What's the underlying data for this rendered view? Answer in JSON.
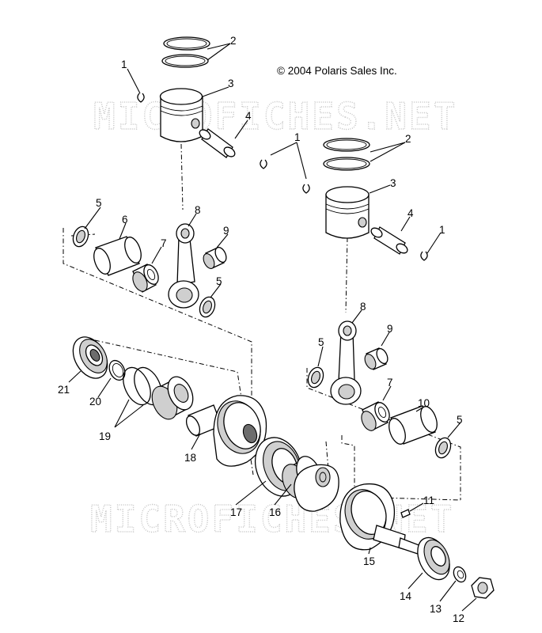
{
  "copyright": "© 2004 Polaris Sales Inc.",
  "watermark": "MICROFICHES.NET",
  "callouts": [
    {
      "id": "c1a",
      "text": "1"
    },
    {
      "id": "c2a",
      "text": "2"
    },
    {
      "id": "c3a",
      "text": "3"
    },
    {
      "id": "c4a",
      "text": "4"
    },
    {
      "id": "c1b",
      "text": "1"
    },
    {
      "id": "c2b",
      "text": "2"
    },
    {
      "id": "c3b",
      "text": "3"
    },
    {
      "id": "c4b",
      "text": "4"
    },
    {
      "id": "c1c",
      "text": "1"
    },
    {
      "id": "c5a",
      "text": "5"
    },
    {
      "id": "c6",
      "text": "6"
    },
    {
      "id": "c7a",
      "text": "7"
    },
    {
      "id": "c8a",
      "text": "8"
    },
    {
      "id": "c9a",
      "text": "9"
    },
    {
      "id": "c5b",
      "text": "5"
    },
    {
      "id": "c8b",
      "text": "8"
    },
    {
      "id": "c9b",
      "text": "9"
    },
    {
      "id": "c5c",
      "text": "5"
    },
    {
      "id": "c7b",
      "text": "7"
    },
    {
      "id": "c10",
      "text": "10"
    },
    {
      "id": "c5d",
      "text": "5"
    },
    {
      "id": "c21",
      "text": "21"
    },
    {
      "id": "c20",
      "text": "20"
    },
    {
      "id": "c19",
      "text": "19"
    },
    {
      "id": "c18",
      "text": "18"
    },
    {
      "id": "c17",
      "text": "17"
    },
    {
      "id": "c16",
      "text": "16"
    },
    {
      "id": "c11",
      "text": "11"
    },
    {
      "id": "c15",
      "text": "15"
    },
    {
      "id": "c14",
      "text": "14"
    },
    {
      "id": "c13",
      "text": "13"
    },
    {
      "id": "c12",
      "text": "12"
    }
  ]
}
